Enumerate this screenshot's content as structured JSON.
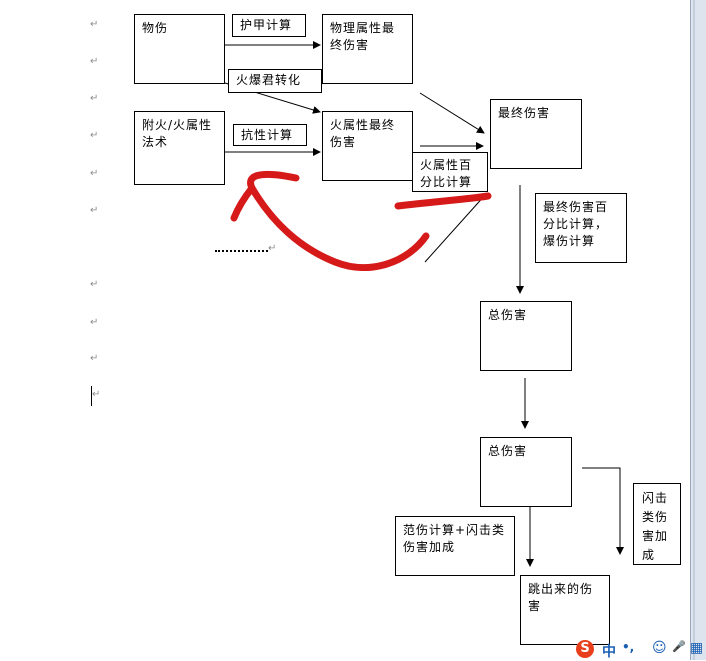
{
  "boxes": {
    "physical_damage": "物伤",
    "armor_calc": "护甲计算",
    "physical_final": "物理属性最终伤害",
    "fire_conversion": "火爆君转化",
    "fire_spell": "附火/火属性法术",
    "resist_calc": "抗性计算",
    "fire_final": "火属性最终伤害",
    "final_damage": "最终伤害",
    "fire_percent": "火属性百分比计算",
    "final_percent_crit": "最终伤害百分比计算，爆伤计算",
    "total_damage_1": "总伤害",
    "total_damage_2": "总伤害",
    "splash_flash_calc": "范伤计算+闪击类伤害加成",
    "flash_bonus": "闪击类伤害加成",
    "popup_damage": "跳出来的伤害"
  },
  "paragraph_mark": "↵",
  "ime": {
    "logo": "S",
    "mode": "中",
    "punct": "•,",
    "emoji": "☺",
    "mic": "🎤",
    "tools": "▦"
  },
  "colors": {
    "annotation_red": "#d61a1a",
    "window_edge": "#dde4ee",
    "ime_red": "#e8401c",
    "ime_blue": "#1a5fb4"
  },
  "icons": {
    "ime_logo": "sogou-logo-icon",
    "cursor": "text-cursor-icon"
  }
}
